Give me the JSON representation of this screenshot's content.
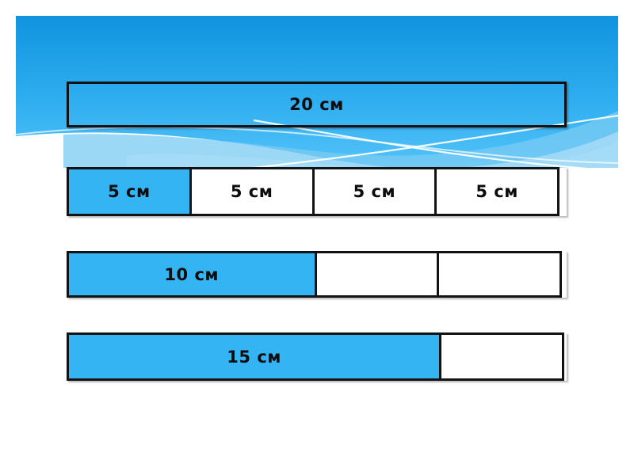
{
  "slide": {
    "background_color": "#ffffff",
    "banner": {
      "name": "decorative-wave-banner",
      "gradient_top_color": "#1094DE",
      "gradient_bottom_color": "#4FC0F7",
      "wave_light_color": "#A6DCF7",
      "wave_mid_color": "#79CBF3",
      "stroke_color": "#FFFFFF"
    },
    "bar_fill_color": "#35B4F4",
    "bar_empty_color": "#FFFFFF",
    "bar_border_color": "#101214",
    "unit": "см",
    "rows": [
      {
        "name": "bar-20",
        "total_cm": 20,
        "segments": [
          {
            "label": "20 см",
            "value_cm": 20,
            "state": "transparent",
            "width_pct": 100
          }
        ]
      },
      {
        "name": "bar-5-5-5-5",
        "total_cm": 20,
        "segments": [
          {
            "label": "5 см",
            "value_cm": 5,
            "state": "filled",
            "width_pct": 25
          },
          {
            "label": "5 см",
            "value_cm": 5,
            "state": "empty",
            "width_pct": 25
          },
          {
            "label": "5 см",
            "value_cm": 5,
            "state": "empty",
            "width_pct": 25
          },
          {
            "label": "5 см",
            "value_cm": 5,
            "state": "empty",
            "width_pct": 25
          }
        ]
      },
      {
        "name": "bar-10-10",
        "total_cm": 20,
        "segments": [
          {
            "label": "10 см",
            "value_cm": 10,
            "state": "filled",
            "width_pct": 50
          },
          {
            "label": "",
            "value_cm": 5,
            "state": "empty",
            "width_pct": 25
          },
          {
            "label": "",
            "value_cm": 5,
            "state": "empty",
            "width_pct": 25
          }
        ]
      },
      {
        "name": "bar-15-5",
        "total_cm": 20,
        "segments": [
          {
            "label": "15 см",
            "value_cm": 15,
            "state": "filled",
            "width_pct": 75
          },
          {
            "label": "",
            "value_cm": 5,
            "state": "empty",
            "width_pct": 25
          }
        ]
      }
    ]
  }
}
